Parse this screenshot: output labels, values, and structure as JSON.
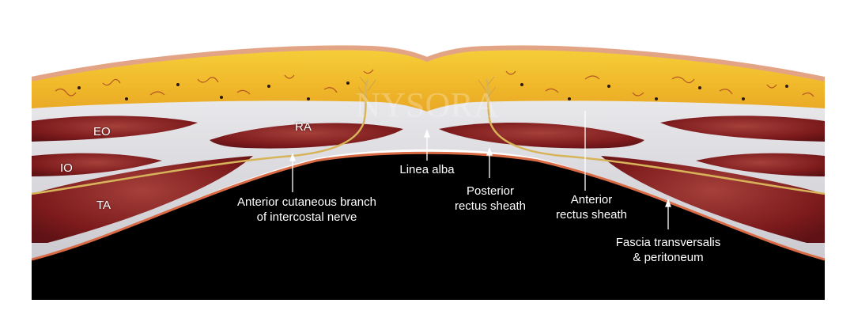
{
  "colors": {
    "background": "#ffffff",
    "skin": "#e3a486",
    "fat": "#f2c12c",
    "fascia": "#e7e7ea",
    "muscle": "#7c1a1c",
    "muscle_highlight": "#a73a35",
    "peritoneum": "#d86b45",
    "cavity": "#000000",
    "nerve": "#d7b45a",
    "label_text": "#ffffff"
  },
  "watermark": "NYSORA",
  "labels": {
    "eo": "EO",
    "io": "IO",
    "ta": "TA",
    "ra": "RA",
    "nerve_branch": "Anterior cutaneous branch\nof intercostal nerve",
    "linea_alba": "Linea alba",
    "posterior_sheath": "Posterior\nrectus sheath",
    "anterior_sheath": "Anterior\nrectus sheath",
    "fascia_transversalis": "Fascia transversalis\n& peritoneum"
  }
}
